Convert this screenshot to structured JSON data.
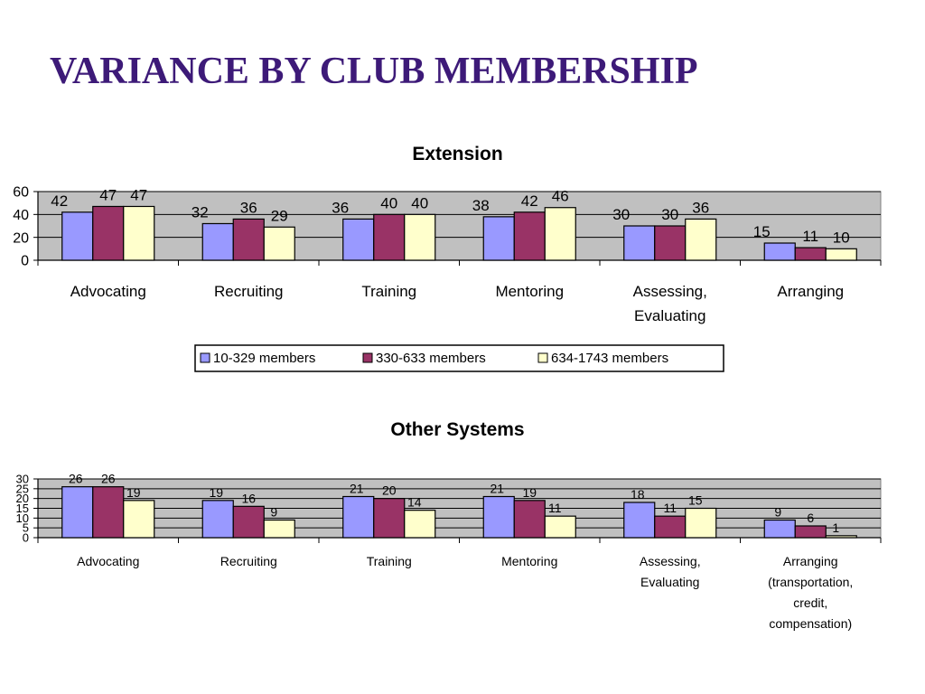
{
  "slide": {
    "title": "VARIANCE BY CLUB MEMBERSHIP"
  },
  "colors": {
    "series1": "#9999ff",
    "series2": "#993366",
    "series3": "#ffffcc",
    "plot_bg": "#c0c0c0"
  },
  "chart_data": [
    {
      "type": "bar",
      "title": "Extension",
      "categories": [
        [
          "Advocating"
        ],
        [
          "Recruiting"
        ],
        [
          "Training"
        ],
        [
          "Mentoring"
        ],
        [
          "Assessing,",
          "Evaluating"
        ],
        [
          "Arranging"
        ]
      ],
      "series": [
        {
          "name": "10-329 members",
          "values": [
            42,
            32,
            36,
            38,
            30,
            15
          ]
        },
        {
          "name": "330-633 members",
          "values": [
            47,
            36,
            40,
            42,
            30,
            11
          ]
        },
        {
          "name": "634-1743 members",
          "values": [
            47,
            29,
            40,
            46,
            36,
            10
          ]
        }
      ],
      "ylim": [
        0,
        60
      ],
      "yticks": [
        0,
        20,
        40,
        60
      ],
      "grid": true,
      "legend": "bottom"
    },
    {
      "type": "bar",
      "title": "Other Systems",
      "categories": [
        [
          "Advocating"
        ],
        [
          "Recruiting"
        ],
        [
          "Training"
        ],
        [
          "Mentoring"
        ],
        [
          "Assessing,",
          "Evaluating"
        ],
        [
          "Arranging",
          "(transportation,",
          "credit,",
          "compensation)"
        ]
      ],
      "series": [
        {
          "name": "10-329 members",
          "values": [
            26,
            19,
            21,
            21,
            18,
            9
          ]
        },
        {
          "name": "330-633 members",
          "values": [
            26,
            16,
            20,
            19,
            11,
            6
          ]
        },
        {
          "name": "634-1743 members",
          "values": [
            19,
            9,
            14,
            11,
            15,
            1
          ]
        }
      ],
      "ylim": [
        0,
        30
      ],
      "yticks": [
        0,
        5,
        10,
        15,
        20,
        25,
        30
      ],
      "grid": true,
      "legend": "none"
    }
  ]
}
